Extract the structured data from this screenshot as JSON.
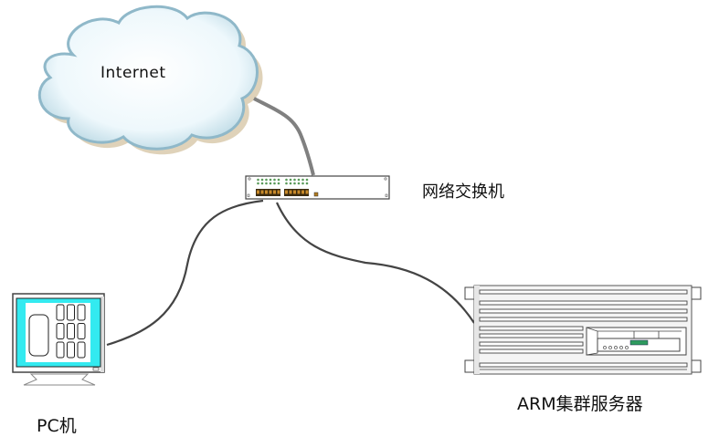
{
  "diagram": {
    "nodes": {
      "internet": {
        "label": "Internet",
        "icon": "cloud-icon"
      },
      "switch": {
        "label": "网络交换机",
        "icon": "network-switch-icon",
        "port_groups": 2,
        "ports_per_row": 6
      },
      "pc": {
        "label": "PC机",
        "icon": "computer-monitor-icon"
      },
      "server": {
        "label": "ARM集群服务器",
        "icon": "rack-server-icon"
      }
    },
    "edges": [
      {
        "from": "internet",
        "to": "switch"
      },
      {
        "from": "switch",
        "to": "pc"
      },
      {
        "from": "switch",
        "to": "server"
      }
    ],
    "colors": {
      "cloud_fill": "#eaf6fb",
      "cloud_edge": "#8fb8c9",
      "cable": "#444444",
      "internet_cable": "#808080",
      "pc_screen": "#33eaf0",
      "server_display": "#2e9a5e",
      "switch_port": "#c88a2a",
      "switch_led": "#5a9a5a"
    }
  }
}
